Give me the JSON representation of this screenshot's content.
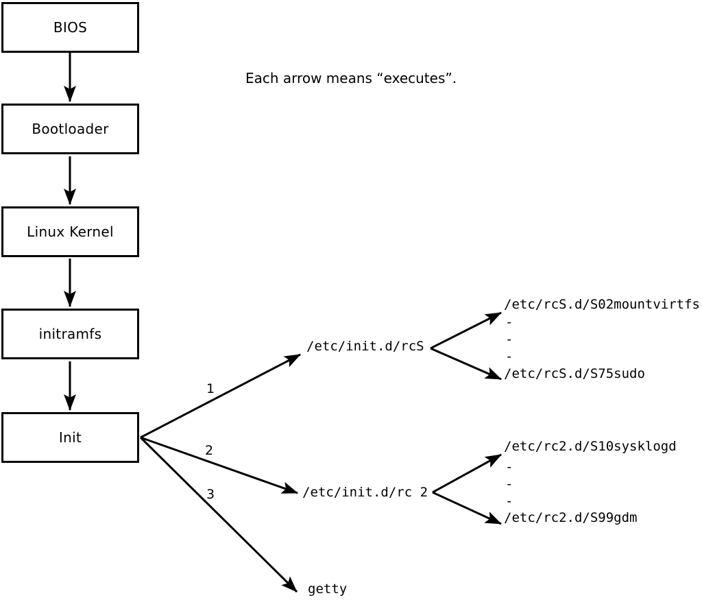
{
  "note": "Each arrow means “executes”.",
  "colors": {
    "foreground": "#000000",
    "background": "#ffffff"
  },
  "chain": [
    {
      "label": "BIOS"
    },
    {
      "label": "Bootloader"
    },
    {
      "label": "Linux Kernel"
    },
    {
      "label": "initramfs"
    },
    {
      "label": "Init"
    }
  ],
  "branches": [
    {
      "number": "1",
      "target": "/etc/init.d/rcS",
      "children": {
        "first": "/etc/rcS.d/S02mountvirtfs",
        "ellipsis": [
          "-",
          "-",
          "-"
        ],
        "last": "/etc/rcS.d/S75sudo"
      }
    },
    {
      "number": "2",
      "target": "/etc/init.d/rc 2",
      "children": {
        "first": "/etc/rc2.d/S10sysklogd",
        "ellipsis": [
          "-",
          "-",
          "-"
        ],
        "last": "/etc/rc2.d/S99gdm"
      }
    },
    {
      "number": "3",
      "target": "getty"
    }
  ]
}
